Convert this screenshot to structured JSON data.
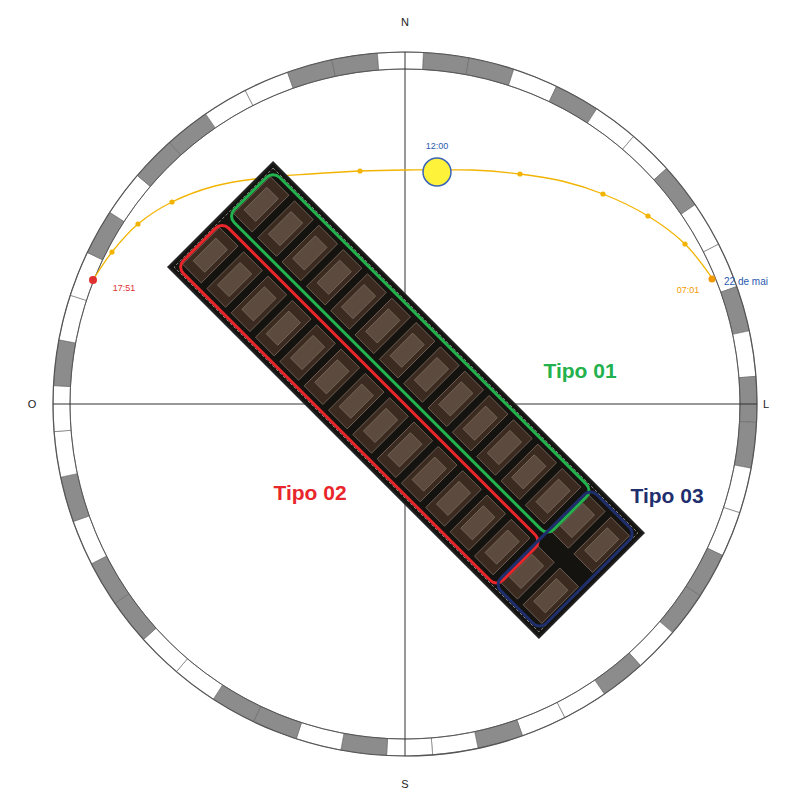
{
  "diagram": {
    "labels": [
      "N",
      "O",
      "L",
      "S",
      "12:00",
      "17:51",
      "07:01",
      "22 de mai",
      "Tipo 01",
      "Tipo 02",
      "Tipo 03"
    ]
  }
}
